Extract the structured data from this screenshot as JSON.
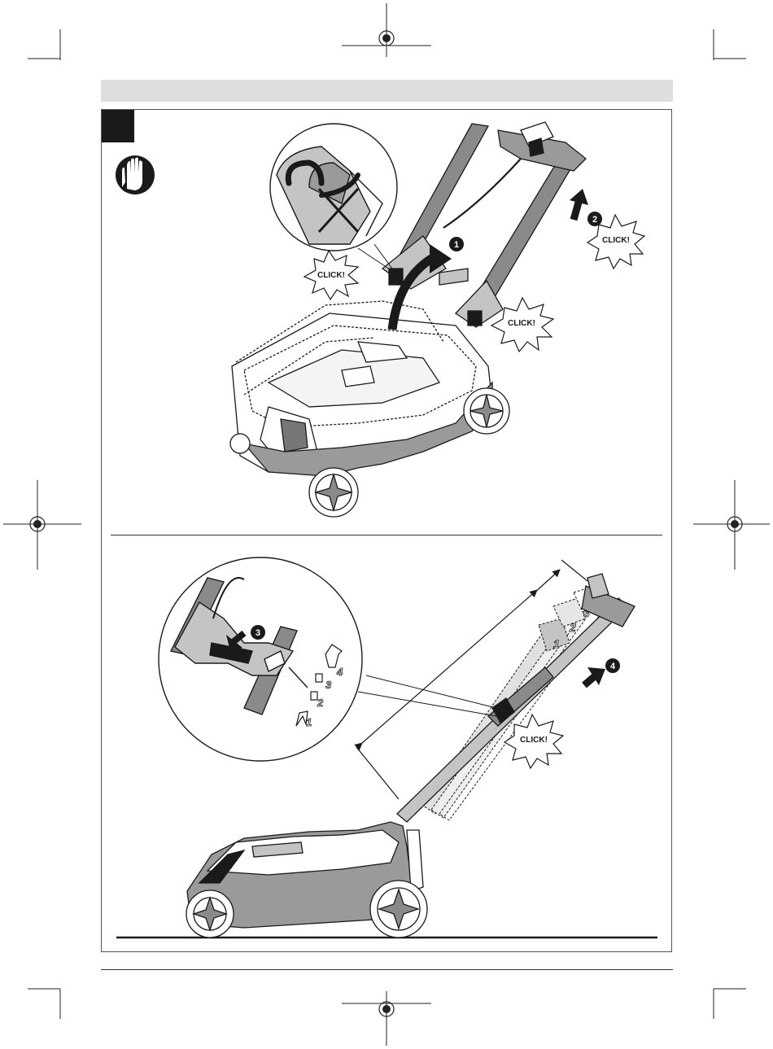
{
  "figure": {
    "click_label": "CLICK!",
    "steps": [
      "1",
      "2",
      "3",
      "4"
    ],
    "height_positions": [
      "1",
      "2",
      "3",
      "4"
    ]
  },
  "icons": {
    "gloves": "gloves-icon",
    "registration": "registration-mark-icon"
  },
  "colors": {
    "ink": "#1a1a1a",
    "band": "#dedede",
    "body_gray": "#8a8a8a",
    "light_gray": "#c4c4c4"
  }
}
